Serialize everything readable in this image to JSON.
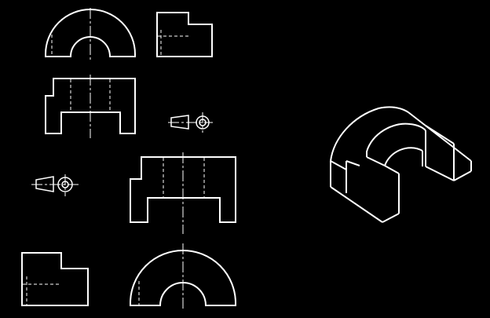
{
  "colors": {
    "background": "#000000",
    "line": "#ffffff"
  },
  "drawing": {
    "type": "orthographic-projection-sheet",
    "line_types": [
      "solid-outline",
      "hidden-dashed",
      "center-line"
    ],
    "projection_symbols": [
      "first-angle",
      "third-angle"
    ]
  }
}
